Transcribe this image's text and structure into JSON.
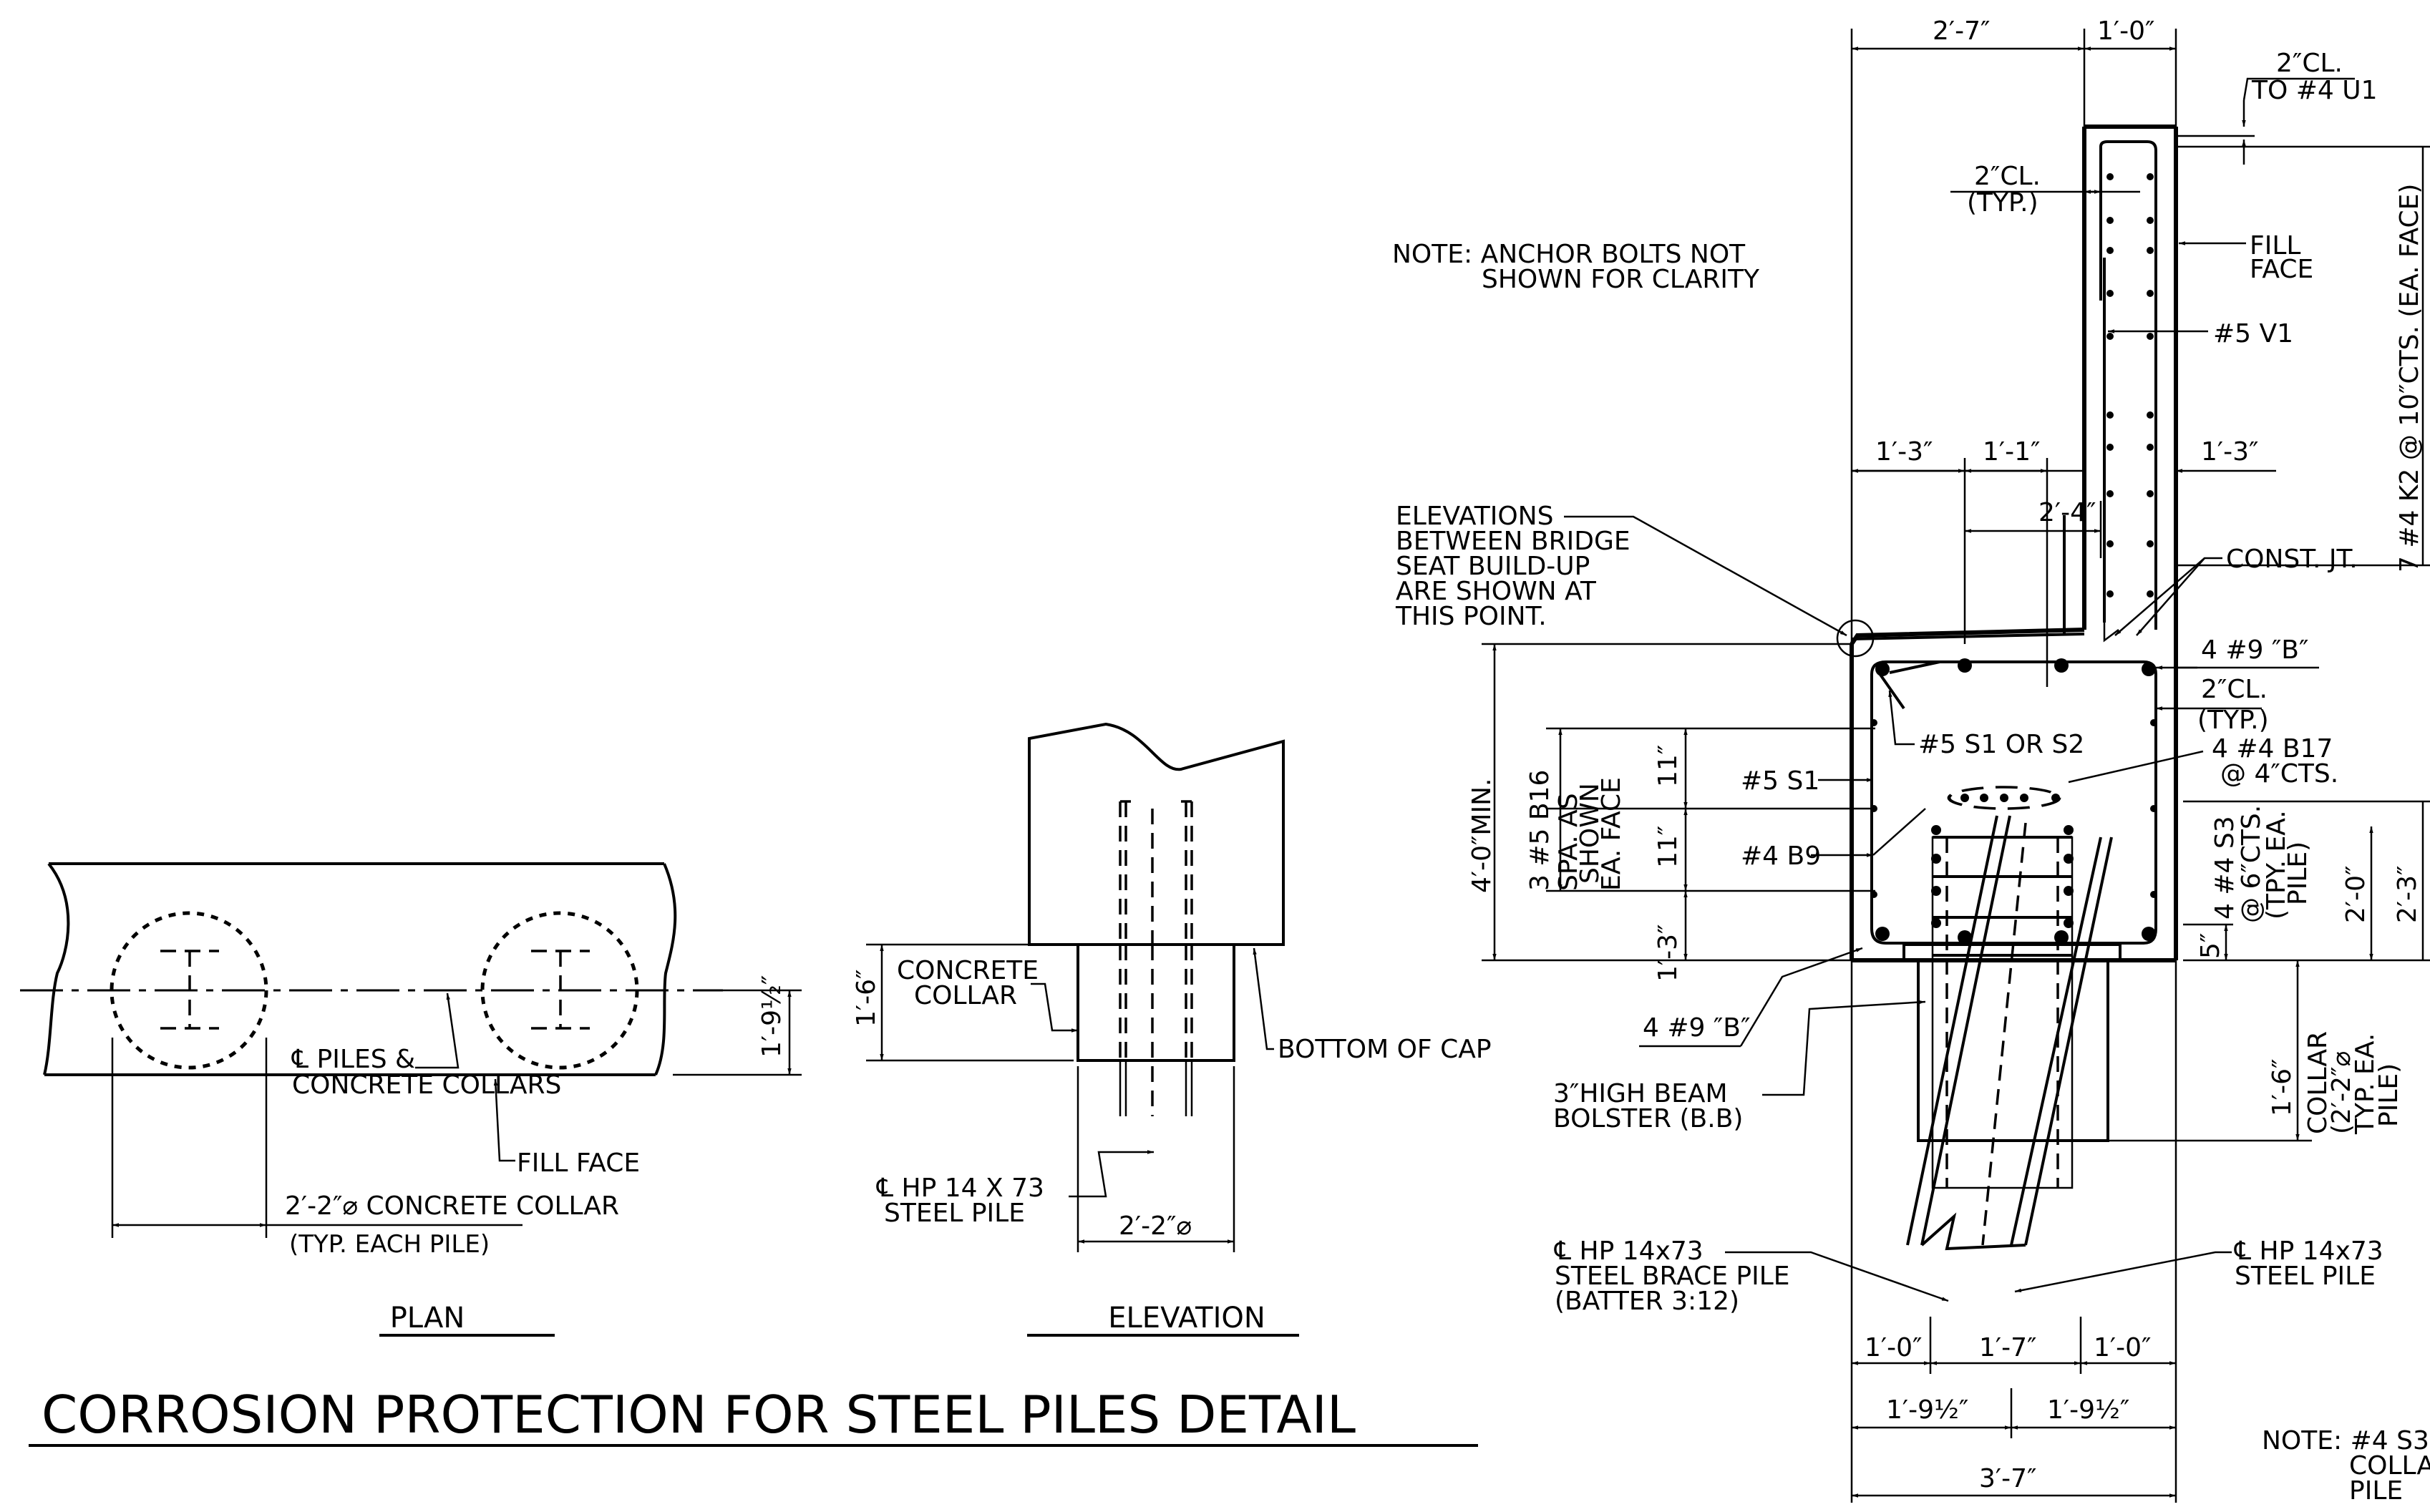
{
  "title": "CORROSION PROTECTION FOR STEEL PILES DETAIL",
  "plan": {
    "label": "PLAN",
    "cl_note_1": "℄ PILES &",
    "cl_note_2": "CONCRETE COLLARS",
    "fill_face": "FILL FACE",
    "collar_dim_1": "2′-2″⌀ CONCRETE COLLAR",
    "collar_dim_2": "(TYP. EACH PILE)",
    "dim_depth": "1′-9½″"
  },
  "elevation": {
    "label": "ELEVATION",
    "collar_1": "CONCRETE",
    "collar_2": "COLLAR",
    "collar_height": "1′-6″",
    "bottom_of_cap": "BOTTOM OF CAP",
    "pile_1": "℄ HP 14 X 73",
    "pile_2": "STEEL  PILE",
    "dia": "2′-2″⌀"
  },
  "section": {
    "note_top_1": "NOTE: ANCHOR BOLTS NOT",
    "note_top_2": "SHOWN FOR CLARITY",
    "dim_2_7": "2′-7″",
    "dim_1_0_top": "1′-0″",
    "cl_u1_1": "2″CL.",
    "cl_u1_2": "TO #4 U1",
    "cl_typ_1": "2″CL.",
    "cl_typ_2": "(TYP.)",
    "fill_1": "FILL",
    "fill_2": "FACE",
    "v1": "#5 V1",
    "k2": "7 #4 K2 @ 10″CTS. (EA. FACE)",
    "dim_1_3_l": "1′-3″",
    "dim_1_1": "1′-1″",
    "dim_1_3_r": "1′-3″",
    "dim_2_4": "2′-4″",
    "elev_1": "ELEVATIONS",
    "elev_2": "BETWEEN BRIDGE",
    "elev_3": "SEAT BUILD-UP",
    "elev_4": "ARE SHOWN AT",
    "elev_5": "THIS POINT.",
    "const_jt": "CONST. JT.",
    "b9_top": "4 #9 ″B″",
    "cl2_1": "2″CL.",
    "cl2_2": "(TYP.)",
    "s1s2": "#5 S1 OR S2",
    "b17_1": "4 #4 B17",
    "b17_2": "@ 4″CTS.",
    "s1": "#5 S1",
    "b9": "#4 B9",
    "b16_1": "3 #5 B16",
    "b16_2": "SPA. AS",
    "b16_3": "SHOWN",
    "b16_4": "EA. FACE",
    "min_4_0": "4′-0″MIN.",
    "d11a": "11″",
    "d11b": "11″",
    "d1_3": "1′-3″",
    "s3_1": "4 #4 S3",
    "s3_2": "@ 6″CTS.",
    "s3_3": "(TPY. EA.",
    "s3_4": "PILE)",
    "d5": "5″",
    "d2_0": "2′-0″",
    "d2_3": "2′-3″",
    "b9_bot": "4 #9 ″B″",
    "bolster_1": "3″HIGH BEAM",
    "bolster_2": "BOLSTER (B.B)",
    "d1_6": "1′-6″",
    "collar_1": "COLLAR",
    "collar_2": "(2′-2″⌀",
    "collar_3": "TYP. EA.",
    "collar_4": "PILE)",
    "brace_1": "℄ HP 14x73",
    "brace_2": "STEEL BRACE PILE",
    "brace_3": "(BATTER 3:12)",
    "pile_1": "℄ HP 14x73",
    "pile_2": "STEEL PILE",
    "b1_0a": "1′-0″",
    "b1_7": "1′-7″",
    "b1_0b": "1′-0″",
    "b1_9a": "1′-9½″",
    "b1_9b": "1′-9½″",
    "b3_7": "3′-7″",
    "note_bot_1": "NOTE: #4 S3",
    "note_bot_2": "COLLA",
    "note_bot_3": "PILE"
  }
}
